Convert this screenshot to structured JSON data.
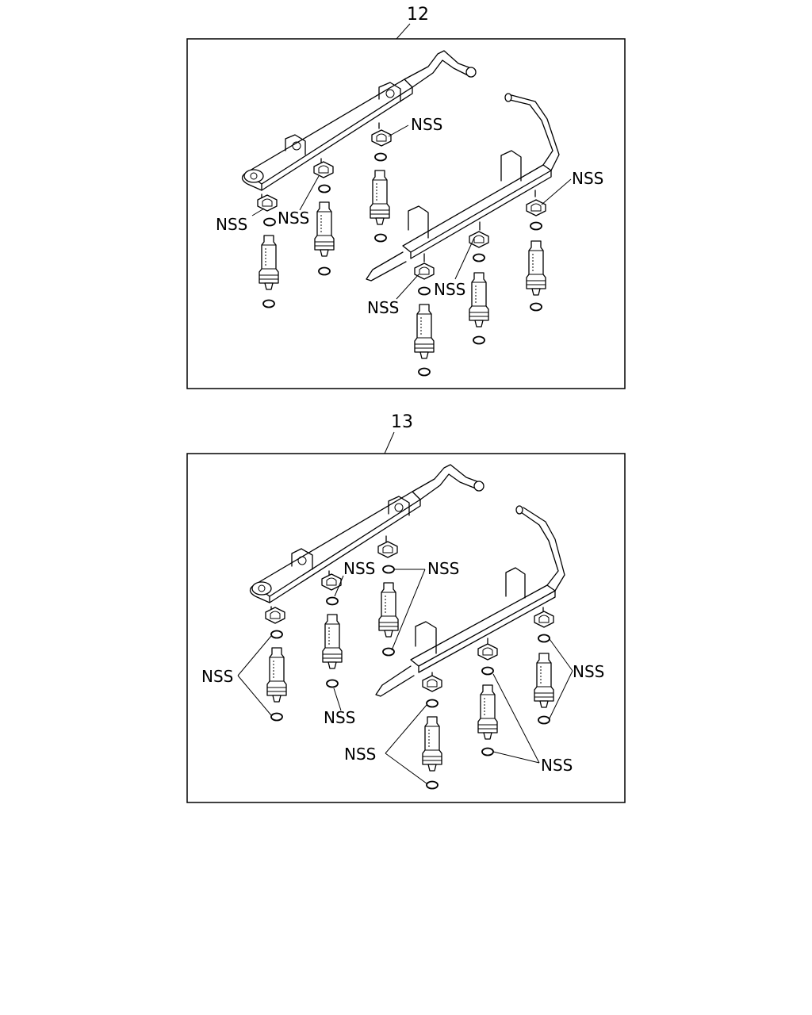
{
  "figures": [
    {
      "number": "12",
      "callouts": [
        "NSS",
        "NSS",
        "NSS",
        "NSS",
        "NSS",
        "NSS"
      ]
    },
    {
      "number": "13",
      "callouts": [
        "NSS",
        "NSS",
        "NSS",
        "NSS",
        "NSS",
        "NSS",
        "NSS"
      ]
    }
  ]
}
